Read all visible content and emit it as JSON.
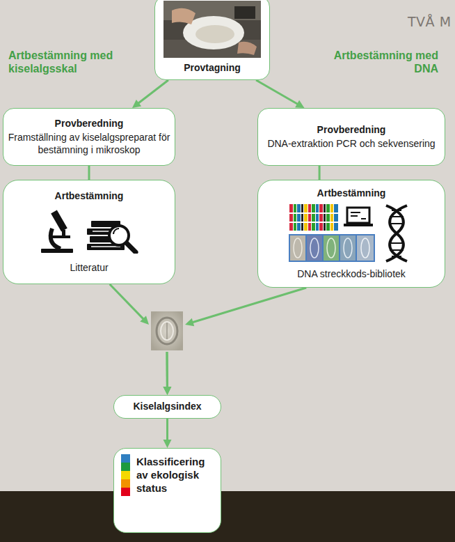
{
  "diagram": {
    "title": "TVÅ M",
    "nodes": [
      {
        "text": [
          "Provtagning"
        ]
      },
      {
        "text": [
          "Provberedning",
          "Framställning av kiselalgspreparat för bestämning i mikroskop"
        ]
      },
      {
        "text": [
          "Provberedning",
          "DNA-extraktion PCR och sekvensering"
        ]
      },
      {
        "text": [
          "Artbestämning",
          "Litteratur"
        ]
      },
      {
        "text": [
          "Artbestämning",
          "DNA streckkods-bibliotek"
        ]
      },
      {
        "text": [
          "Kiselalgsindex"
        ]
      },
      {
        "text": [
          "Klassificering av ekologisk status"
        ]
      }
    ],
    "edges": [
      {
        "from": 0,
        "to": 1,
        "arrow": "to",
        "label": "Artbestämning med kiselalgsskal"
      },
      {
        "from": 0,
        "to": 2,
        "arrow": "to",
        "label": "Artbestämning med DNA"
      },
      {
        "from": 1,
        "to": 3,
        "arrow": "none"
      },
      {
        "from": 2,
        "to": 4,
        "arrow": "none"
      },
      {
        "from": 3,
        "to": 5,
        "arrow": "to"
      },
      {
        "from": 4,
        "to": 5,
        "arrow": "to"
      },
      {
        "from": 5,
        "to": 6,
        "arrow": "to"
      }
    ]
  }
}
